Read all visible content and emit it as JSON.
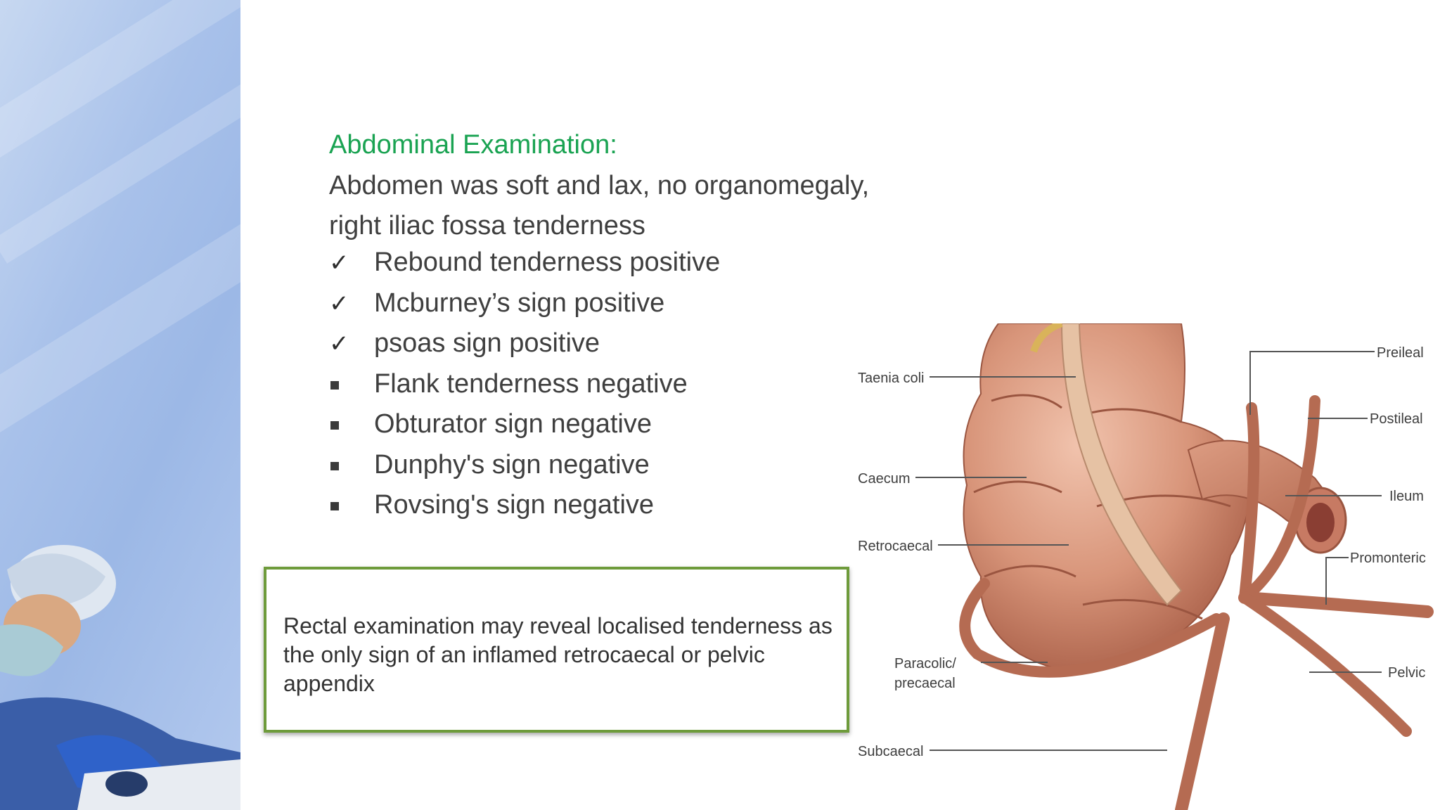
{
  "slide": {
    "heading": "Abdominal Examination:",
    "lines": [
      "Abdomen was soft and lax, no organomegaly,",
      "right iliac fossa tenderness"
    ],
    "bullets": [
      {
        "marker": "check",
        "text": "Rebound tenderness positive"
      },
      {
        "marker": "check",
        "text": "Mcburney’s sign positive"
      },
      {
        "marker": "check",
        "text": "psoas sign positive"
      },
      {
        "marker": "square",
        "text": "Flank tenderness negative"
      },
      {
        "marker": "square",
        "text": "Obturator sign negative"
      },
      {
        "marker": "square",
        "text": "Dunphy's sign negative"
      },
      {
        "marker": "square",
        "text": "Rovsing's sign negative"
      }
    ],
    "callout": "Rectal examination may reveal localised tenderness as the only sign of an inflamed retrocaecal or pelvic appendix"
  },
  "diagram": {
    "labels": {
      "taenia_coli": "Taenia coli",
      "caecum": "Caecum",
      "retrocaecal": "Retrocaecal",
      "paracolic_1": "Paracolic/",
      "paracolic_2": "precaecal",
      "subcaecal": "Subcaecal",
      "preileal": "Preileal",
      "postileal": "Postileal",
      "ileum": "Ileum",
      "promonteric": "Promonteric",
      "pelvic": "Pelvic"
    }
  },
  "colors": {
    "heading": "#1aa352",
    "callout_border": "#6e9b3b",
    "sidebar": "#a8c1ea"
  }
}
